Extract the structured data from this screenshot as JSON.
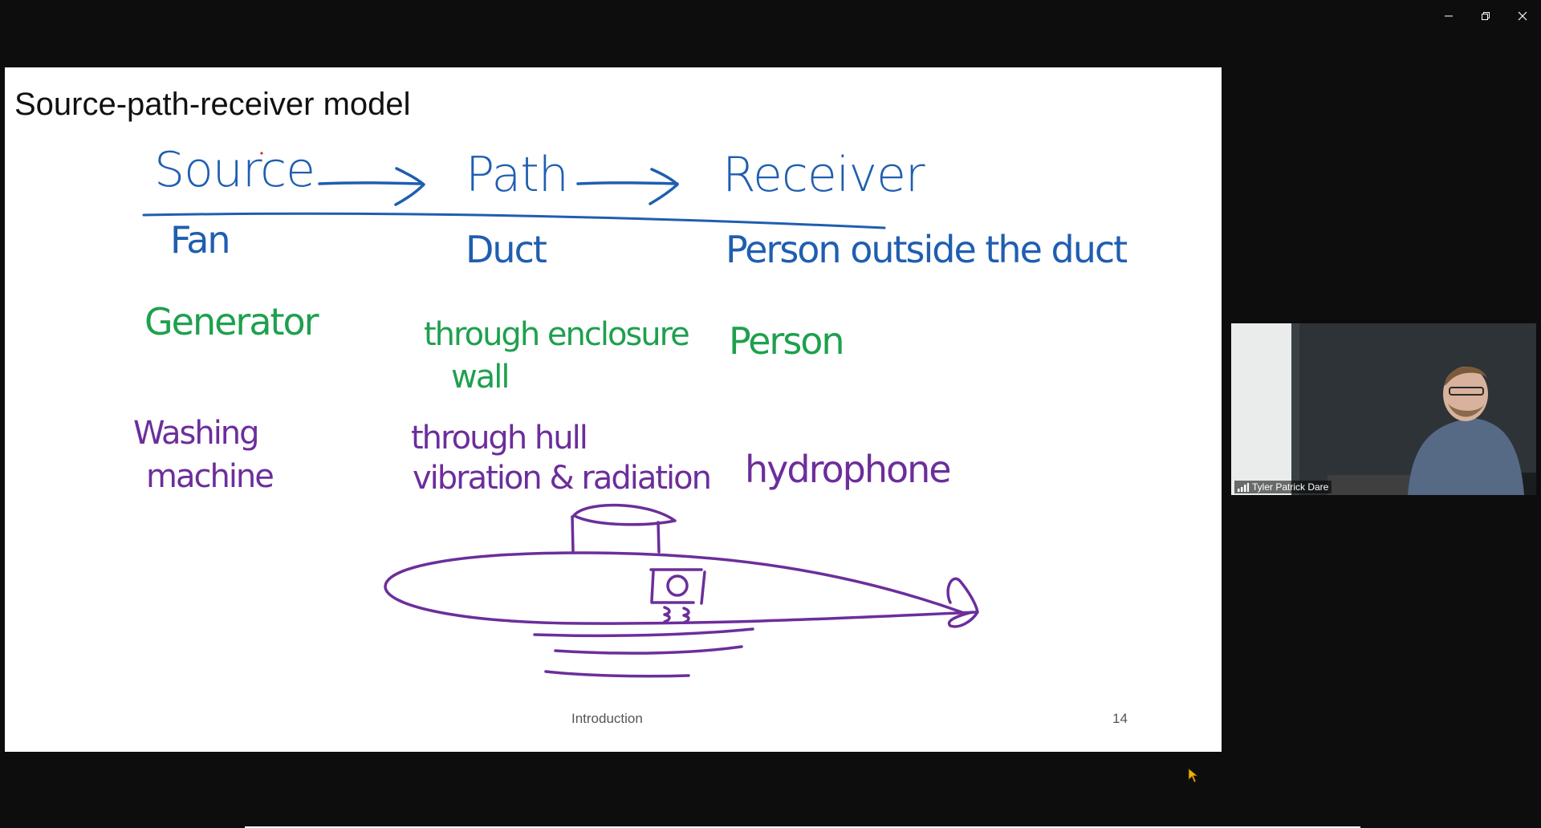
{
  "window": {
    "controls": [
      "minimize-icon",
      "restore-icon",
      "close-icon"
    ]
  },
  "slide": {
    "title": "Source-path-receiver model",
    "headers": {
      "source": "Source",
      "path": "Path",
      "receiver": "Receiver"
    },
    "rows": [
      {
        "source": "Fan",
        "path": "Duct",
        "receiver": "Person outside the duct",
        "color": "#1f5eb0"
      },
      {
        "source": "Generator",
        "path_line1": "through enclosure",
        "path_line2": "wall",
        "receiver": "Person",
        "color": "#1ea04e"
      },
      {
        "source_line1": "Washing",
        "source_line2": "machine",
        "path_line1": "through hull",
        "path_line2": "vibration & radiation",
        "receiver": "hydrophone",
        "color": "#6c2e9b"
      }
    ],
    "footer": {
      "section": "Introduction",
      "page": "14"
    }
  },
  "video": {
    "participant_name": "Tyler Patrick Dare",
    "signal_icon": "signal-bars-icon"
  },
  "colors": {
    "background": "#0d0d0d",
    "blue_ink": "#1f5eb0",
    "green_ink": "#1ea04e",
    "purple_ink": "#6c2e9b",
    "cursor": "#f0b400"
  }
}
